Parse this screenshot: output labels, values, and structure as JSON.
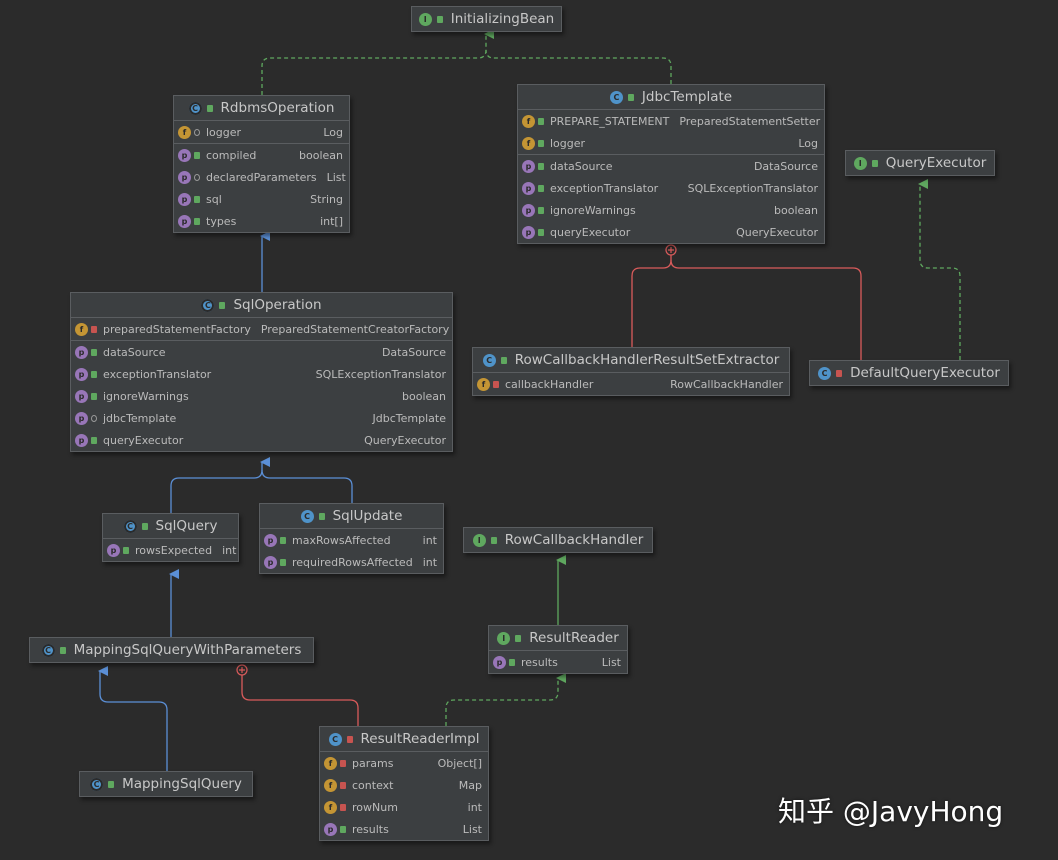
{
  "nodes": {
    "initializing_bean": {
      "name": "InitializingBean",
      "kind_icon": "I"
    },
    "rdbms_operation": {
      "name": "RdbmsOperation",
      "kind_icon": "C",
      "sections": [
        [
          {
            "icon": "f",
            "name": "logger",
            "type": "Log"
          }
        ],
        [
          {
            "icon": "p",
            "name": "compiled",
            "type": "boolean"
          },
          {
            "icon": "p",
            "name": "declaredParameters",
            "type": "List"
          },
          {
            "icon": "p",
            "name": "sql",
            "type": "String"
          },
          {
            "icon": "p",
            "name": "types",
            "type": "int[]"
          }
        ]
      ]
    },
    "jdbc_template": {
      "name": "JdbcTemplate",
      "kind_icon": "C",
      "sections": [
        [
          {
            "icon": "f",
            "name": "PREPARE_STATEMENT",
            "type": "PreparedStatementSetter"
          },
          {
            "icon": "f",
            "name": "logger",
            "type": "Log"
          }
        ],
        [
          {
            "icon": "p",
            "name": "dataSource",
            "type": "DataSource"
          },
          {
            "icon": "p",
            "name": "exceptionTranslator",
            "type": "SQLExceptionTranslator"
          },
          {
            "icon": "p",
            "name": "ignoreWarnings",
            "type": "boolean"
          },
          {
            "icon": "p",
            "name": "queryExecutor",
            "type": "QueryExecutor"
          }
        ]
      ]
    },
    "query_executor": {
      "name": "QueryExecutor",
      "kind_icon": "I"
    },
    "sql_operation": {
      "name": "SqlOperation",
      "kind_icon": "C",
      "sections": [
        [
          {
            "icon": "f",
            "name": "preparedStatementFactory",
            "type": "PreparedStatementCreatorFactory"
          }
        ],
        [
          {
            "icon": "p",
            "name": "dataSource",
            "type": "DataSource"
          },
          {
            "icon": "p",
            "name": "exceptionTranslator",
            "type": "SQLExceptionTranslator"
          },
          {
            "icon": "p",
            "name": "ignoreWarnings",
            "type": "boolean"
          },
          {
            "icon": "p",
            "name": "jdbcTemplate",
            "type": "JdbcTemplate"
          },
          {
            "icon": "p",
            "name": "queryExecutor",
            "type": "QueryExecutor"
          }
        ]
      ]
    },
    "row_callback_extractor": {
      "name": "RowCallbackHandlerResultSetExtractor",
      "kind_icon": "C",
      "sections": [
        [
          {
            "icon": "f",
            "name": "callbackHandler",
            "type": "RowCallbackHandler"
          }
        ]
      ]
    },
    "default_query_executor": {
      "name": "DefaultQueryExecutor",
      "kind_icon": "C"
    },
    "sql_query": {
      "name": "SqlQuery",
      "kind_icon": "C",
      "sections": [
        [
          {
            "icon": "p",
            "name": "rowsExpected",
            "type": "int"
          }
        ]
      ]
    },
    "sql_update": {
      "name": "SqlUpdate",
      "kind_icon": "C",
      "sections": [
        [
          {
            "icon": "p",
            "name": "maxRowsAffected",
            "type": "int"
          },
          {
            "icon": "p",
            "name": "requiredRowsAffected",
            "type": "int"
          }
        ]
      ]
    },
    "row_callback_handler": {
      "name": "RowCallbackHandler",
      "kind_icon": "I"
    },
    "result_reader": {
      "name": "ResultReader",
      "kind_icon": "I",
      "sections": [
        [
          {
            "icon": "p",
            "name": "results",
            "type": "List"
          }
        ]
      ]
    },
    "mapping_sql_query_with_parameters": {
      "name": "MappingSqlQueryWithParameters",
      "kind_icon": "C"
    },
    "result_reader_impl": {
      "name": "ResultReaderImpl",
      "kind_icon": "C",
      "sections": [
        [
          {
            "icon": "f",
            "name": "params",
            "type": "Object[]"
          },
          {
            "icon": "f",
            "name": "context",
            "type": "Map"
          },
          {
            "icon": "f",
            "name": "rowNum",
            "type": "int"
          },
          {
            "icon": "p",
            "name": "results",
            "type": "List"
          }
        ]
      ]
    },
    "mapping_sql_query": {
      "name": "MappingSqlQuery",
      "kind_icon": "C"
    }
  },
  "colors": {
    "background": "#2b2b2b",
    "extends_edge": "#5b8fd6",
    "implements_edge": "#5fa85f",
    "inner_class_edge": "#d95b5b"
  },
  "watermark": "知乎 @JavyHong"
}
